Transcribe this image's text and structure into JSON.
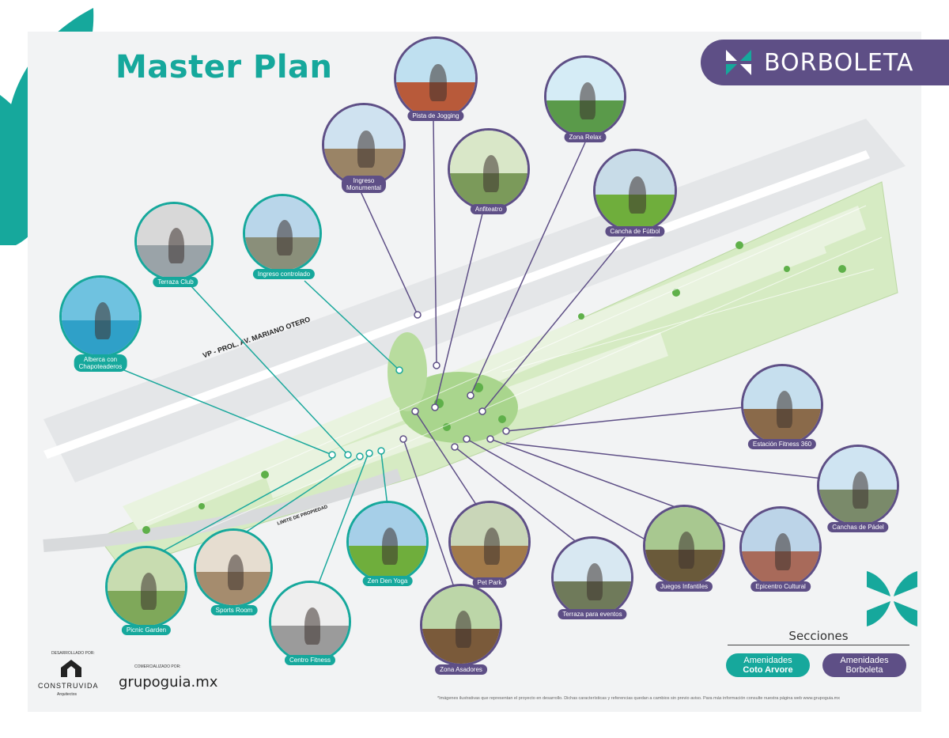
{
  "title": "Master Plan",
  "brand": {
    "name": "BORBOLETA",
    "color": "#5e4f86"
  },
  "accent_teal": "#16a89c",
  "roads": {
    "main": "VP - PROL. AV. MARIANO OTERO",
    "limit": "LIMITE DE PROPIEDAD"
  },
  "amenities_teal": [
    {
      "id": "alberca",
      "label": "Alberca con\nChapoteaderos"
    },
    {
      "id": "terraza-club",
      "label": "Terraza Club"
    },
    {
      "id": "ingreso-controlado",
      "label": "Ingreso controlado"
    },
    {
      "id": "picnic",
      "label": "Picnic Garden"
    },
    {
      "id": "sports-room",
      "label": "Sports Room"
    },
    {
      "id": "centro-fitness",
      "label": "Centro Fitness"
    },
    {
      "id": "zen-den",
      "label": "Zen Den Yoga"
    }
  ],
  "amenities_purple": [
    {
      "id": "ingreso-monumental",
      "label": "Ingreso\nMonumental"
    },
    {
      "id": "pista-jogging",
      "label": "Pista de Jogging"
    },
    {
      "id": "anfiteatro",
      "label": "Anfiteatro"
    },
    {
      "id": "zona-relax",
      "label": "Zona Relax"
    },
    {
      "id": "cancha-futbol",
      "label": "Cancha de Fútbol"
    },
    {
      "id": "estacion-fitness",
      "label": "Estación Fitness 360"
    },
    {
      "id": "canchas-padel",
      "label": "Canchas de Pádel"
    },
    {
      "id": "epicentro",
      "label": "Epicentro Cultural"
    },
    {
      "id": "juegos",
      "label": "Juegos Infantiles"
    },
    {
      "id": "terraza-eventos",
      "label": "Terraza para eventos"
    },
    {
      "id": "pet-park",
      "label": "Pet Park"
    },
    {
      "id": "zona-asadores",
      "label": "Zona Asadores"
    }
  ],
  "legend": {
    "title": "Secciones",
    "teal_line1": "Amenidades",
    "teal_line2": "Coto Arvore",
    "purple_line1": "Amenidades",
    "purple_line2": "Borboleta"
  },
  "developer": {
    "dev_label": "DESARROLLADO POR:",
    "dev_name": "CONSTRUVIDA",
    "dev_sub": "Arquitectos",
    "com_label": "COMERCIALIZADO POR:",
    "com_name": "grupoguia.mx"
  },
  "disclaimer": "*Imágenes ilustrativas que representan el proyecto en desarrollo. Dichas características y referencias quedan a cambios sin previo aviso. Para más información consulte nuestra página web www.grupoguia.mx"
}
